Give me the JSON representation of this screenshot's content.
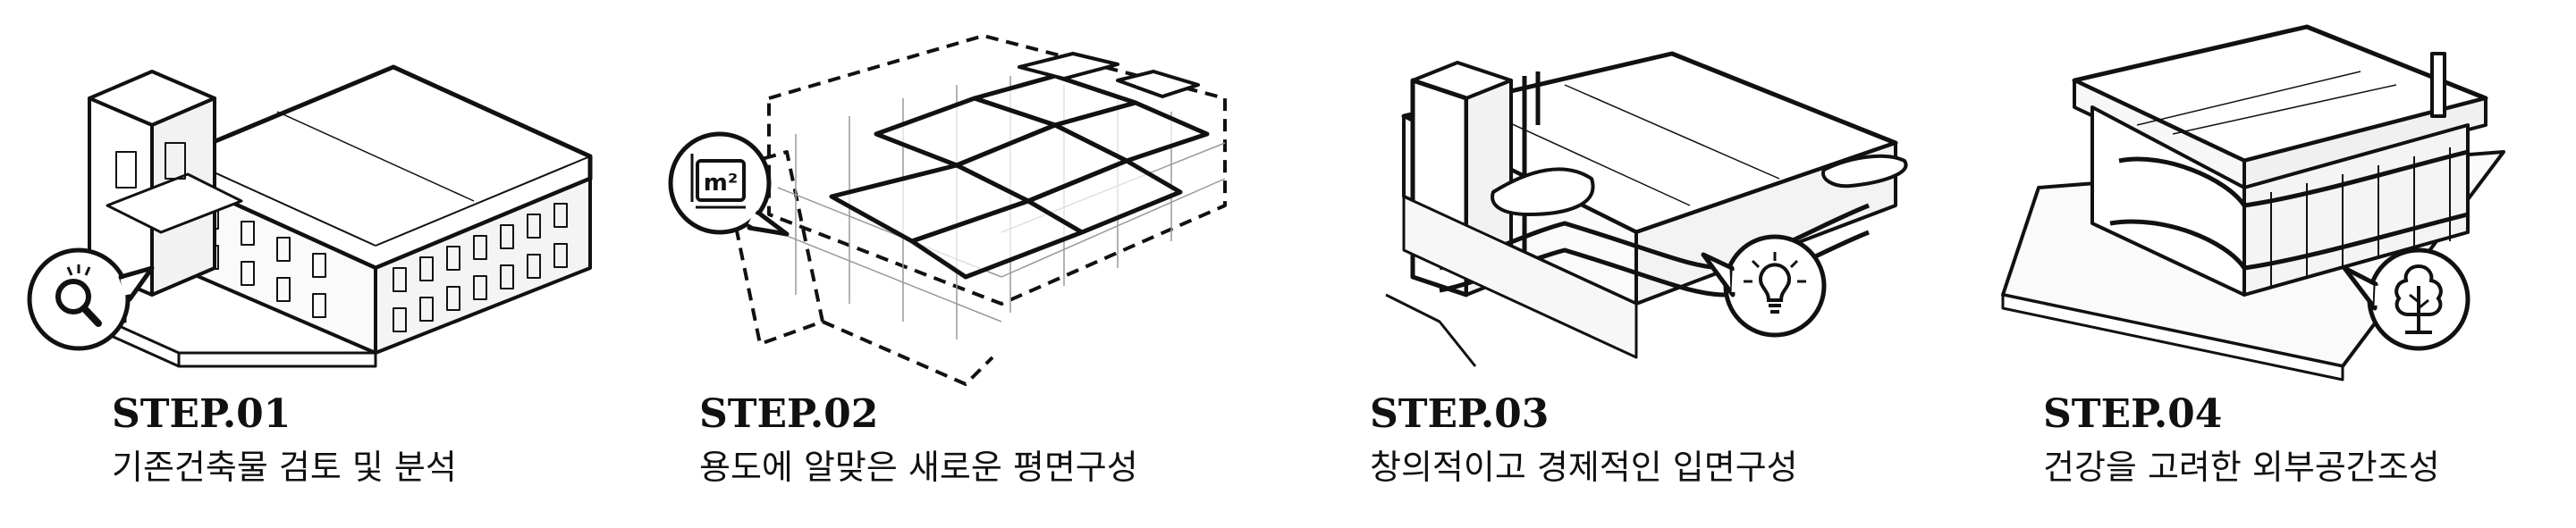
{
  "steps": [
    {
      "label": "STEP.01",
      "caption": "기존건축물 검토 및 분석",
      "icon": "magnifier-icon"
    },
    {
      "label": "STEP.02",
      "caption": "용도에 알맞은 새로운 평면구성",
      "icon": "area-m2-icon",
      "icon_text": "m²"
    },
    {
      "label": "STEP.03",
      "caption": "창의적이고 경제적인 입면구성",
      "icon": "lightbulb-icon"
    },
    {
      "label": "STEP.04",
      "caption": "건강을 고려한 외부공간조성",
      "icon": "tree-icon"
    }
  ]
}
